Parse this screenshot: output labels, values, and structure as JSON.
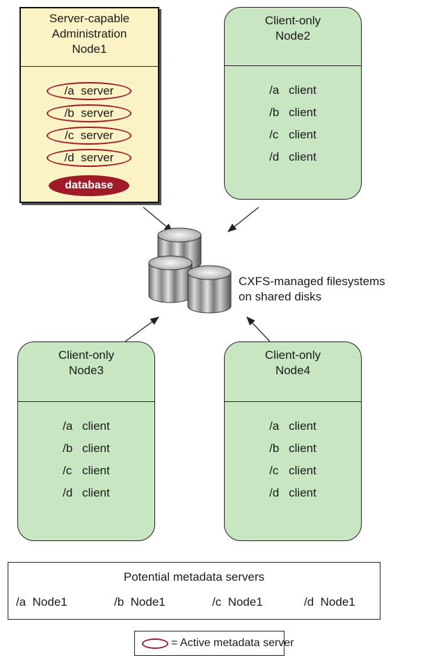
{
  "node1": {
    "title_lines": [
      "Server-capable",
      "Administration",
      "Node1"
    ],
    "filesystems": [
      {
        "mount": "/a",
        "role": "server"
      },
      {
        "mount": "/b",
        "role": "server"
      },
      {
        "mount": "/c",
        "role": "server"
      },
      {
        "mount": "/d",
        "role": "server"
      }
    ],
    "database_label": "database"
  },
  "node2": {
    "title_lines": [
      "Client-only",
      "Node2"
    ],
    "filesystems": [
      {
        "mount": "/a",
        "role": "client"
      },
      {
        "mount": "/b",
        "role": "client"
      },
      {
        "mount": "/c",
        "role": "client"
      },
      {
        "mount": "/d",
        "role": "client"
      }
    ]
  },
  "node3": {
    "title_lines": [
      "Client-only",
      "Node3"
    ],
    "filesystems": [
      {
        "mount": "/a",
        "role": "client"
      },
      {
        "mount": "/b",
        "role": "client"
      },
      {
        "mount": "/c",
        "role": "client"
      },
      {
        "mount": "/d",
        "role": "client"
      }
    ]
  },
  "node4": {
    "title_lines": [
      "Client-only",
      "Node4"
    ],
    "filesystems": [
      {
        "mount": "/a",
        "role": "client"
      },
      {
        "mount": "/b",
        "role": "client"
      },
      {
        "mount": "/c",
        "role": "client"
      },
      {
        "mount": "/d",
        "role": "client"
      }
    ]
  },
  "shared_disks": {
    "label_lines": [
      "CXFS-managed filesystems",
      "on shared disks"
    ]
  },
  "potential_servers": {
    "title": "Potential metadata servers",
    "entries": [
      {
        "mount": "/a",
        "node": "Node1"
      },
      {
        "mount": "/b",
        "node": "Node1"
      },
      {
        "mount": "/c",
        "node": "Node1"
      },
      {
        "mount": "/d",
        "node": "Node1"
      }
    ]
  },
  "legend": {
    "text": "= Active metadata server"
  },
  "colors": {
    "server_node_fill": "#fbf3c6",
    "client_node_fill": "#c9e6c3",
    "active_server_accent": "#a01a28"
  }
}
